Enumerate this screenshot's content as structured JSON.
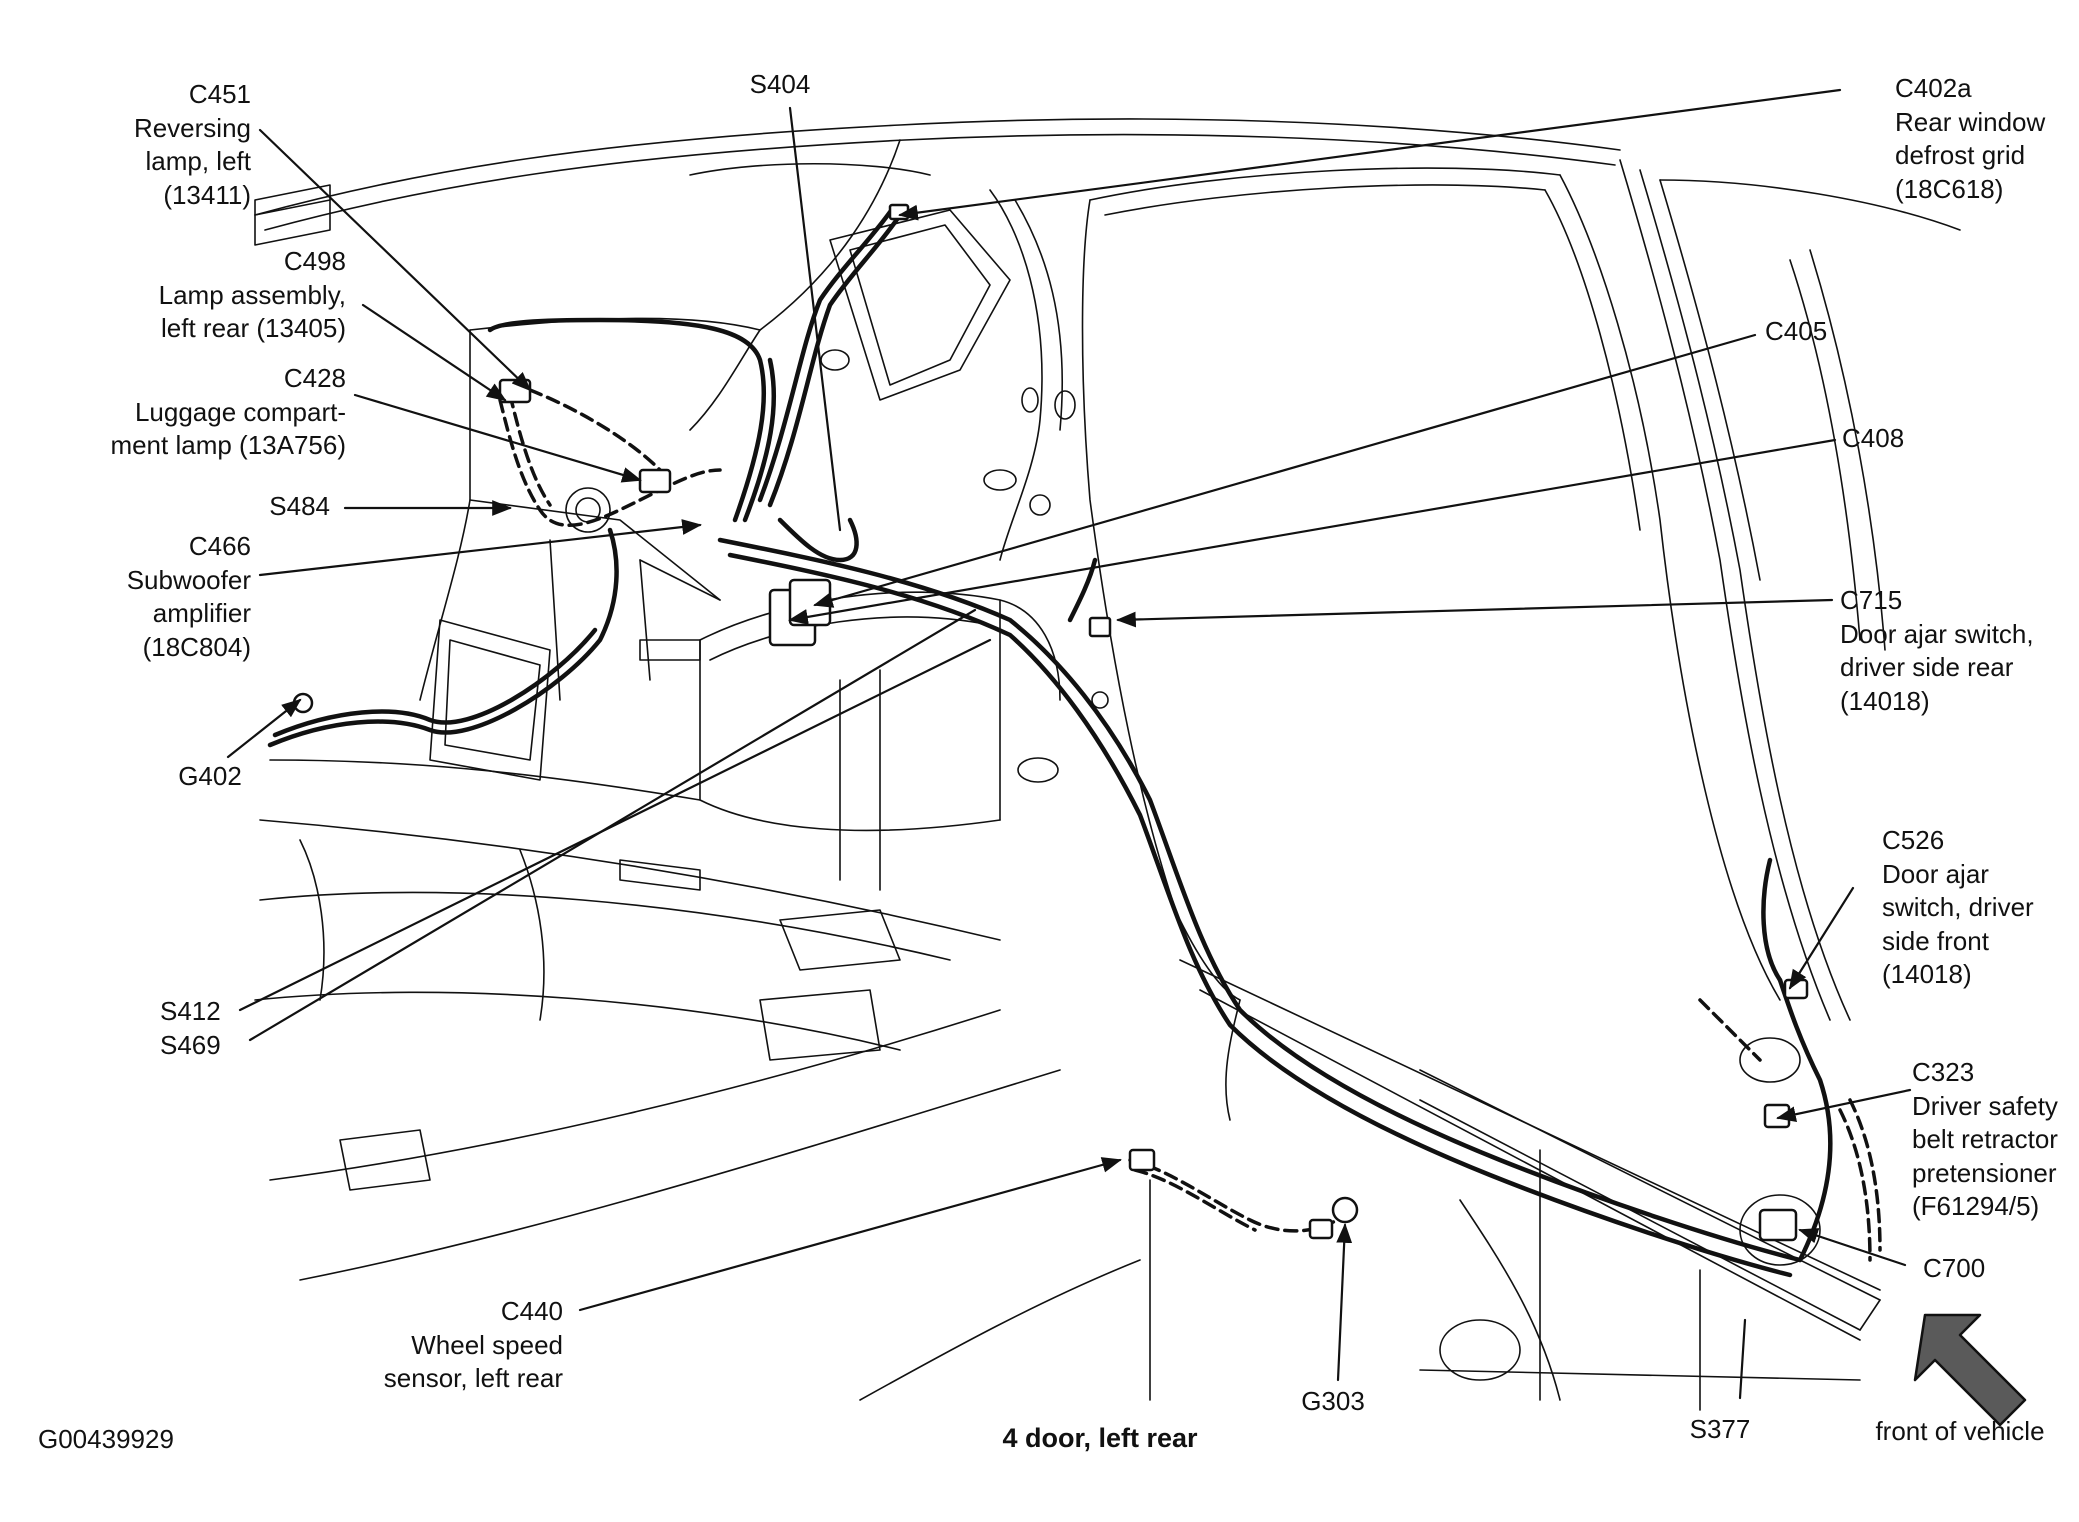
{
  "figure_id": "G00439929",
  "caption": "4 door, left rear",
  "direction_label": "front of vehicle",
  "callouts": {
    "c451": [
      "C451",
      "Reversing",
      "lamp, left",
      "(13411)"
    ],
    "c498": [
      "C498",
      "Lamp assembly,",
      "left rear (13405)"
    ],
    "c428": [
      "C428",
      "Luggage compart-",
      "ment lamp (13A756)"
    ],
    "s484": [
      "S484"
    ],
    "c466": [
      "C466",
      "Subwoofer",
      "amplifier",
      "(18C804)"
    ],
    "g402": [
      "G402"
    ],
    "s412_s469": [
      "S412",
      "S469"
    ],
    "c440": [
      "C440",
      "Wheel speed",
      "sensor, left rear"
    ],
    "s404": [
      "S404"
    ],
    "c402a": [
      "C402a",
      "Rear window",
      "defrost grid",
      "(18C618)"
    ],
    "c405": [
      "C405"
    ],
    "c408": [
      "C408"
    ],
    "c715": [
      "C715",
      "Door ajar switch,",
      "driver side rear",
      "(14018)"
    ],
    "c526": [
      "C526",
      "Door ajar",
      "switch, driver",
      "side front",
      "(14018)"
    ],
    "c323": [
      "C323",
      "Driver safety",
      "belt retractor",
      "pretensioner",
      "(F61294/5)"
    ],
    "c700": [
      "C700"
    ],
    "g303": [
      "G303"
    ],
    "s377": [
      "S377"
    ]
  },
  "colors": {
    "line": "#111111",
    "arrow_fill": "#555555",
    "background": "#ffffff"
  }
}
